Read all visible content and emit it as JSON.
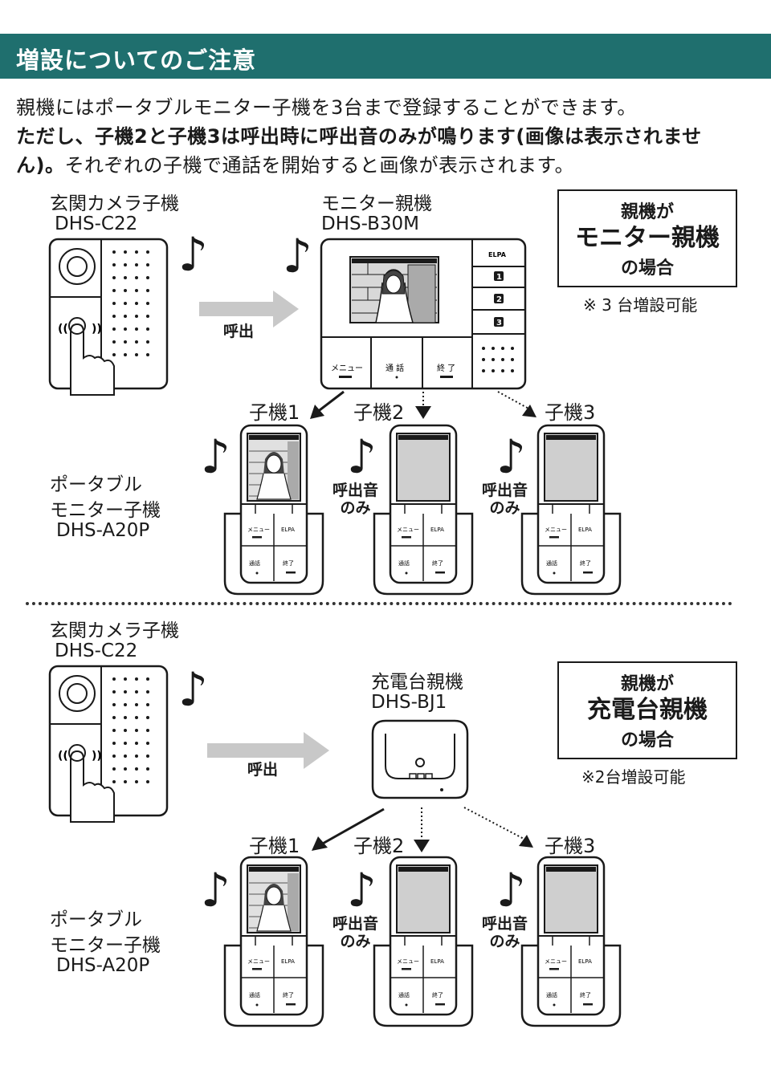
{
  "header": {
    "title": "増設についてのご注意"
  },
  "intro": {
    "line1": "親機にはポータブルモニター子機を3台まで登録することができます。",
    "line2": "ただし、子機2と子機3は呼出時に呼出音のみが鳴ります(画像は表示されませ",
    "line3_bold": "ん)。",
    "line3_rest": "それぞれの子機で通話を開始すると画像が表示されます。"
  },
  "music_note_glyph": "♪",
  "section1": {
    "camera_label": "玄関カメラ子機",
    "camera_model": "DHS-C22",
    "parent_label": "モニター親機",
    "parent_model": "DHS-B30M",
    "call_label": "呼出",
    "parent_brand": "ELPA",
    "parent_buttons": [
      "1",
      "2",
      "3"
    ],
    "parent_softkeys": [
      "メニュー",
      "通 話",
      "終 了"
    ],
    "note": {
      "line1": "親機が",
      "line2": "モニター親機",
      "line3": "の場合",
      "sub": "※ 3 台増設可能"
    },
    "handsets": [
      {
        "label": "子機1"
      },
      {
        "label": "子機2"
      },
      {
        "label": "子機3"
      }
    ],
    "ring_only": {
      "line1": "呼出音",
      "line2": "のみ"
    },
    "portable_label": [
      "ポータブル",
      "モニター子機",
      "DHS-A20P"
    ]
  },
  "section2": {
    "camera_label": "玄関カメラ子機",
    "camera_model": "DHS-C22",
    "parent_label": "充電台親機",
    "parent_model": "DHS-BJ1",
    "call_label": "呼出",
    "note": {
      "line1": "親機が",
      "line2": "充電台親機",
      "line3": "の場合",
      "sub": "※2台増設可能"
    },
    "handsets": [
      {
        "label": "子機1"
      },
      {
        "label": "子機2"
      },
      {
        "label": "子機3"
      }
    ],
    "ring_only": {
      "line1": "呼出音",
      "line2": "のみ"
    },
    "portable_label": [
      "ポータブル",
      "モニター子機",
      "DHS-A20P"
    ]
  },
  "handset_keys": {
    "menu": "メニュー",
    "brand": "ELPA",
    "talk": "通話",
    "end": "終了"
  },
  "colors": {
    "header_bg": "#1f6f6e",
    "line": "#1a1a1a",
    "arrow_gray": "#c8c8c8",
    "screen_gray": "#cfcfcf"
  }
}
